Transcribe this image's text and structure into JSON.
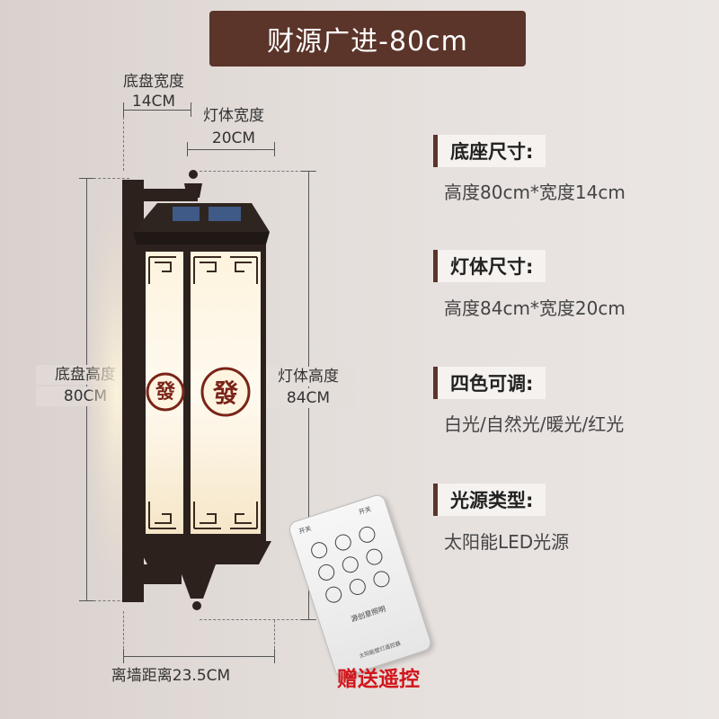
{
  "title": "财源广进-80cm",
  "dims": {
    "base_width_label": "底盘宽度",
    "base_width_value": "14CM",
    "lamp_width_label": "灯体宽度",
    "lamp_width_value": "20CM",
    "base_height_label": "底盘高度",
    "base_height_value": "80CM",
    "lamp_height_label": "灯体高度",
    "lamp_height_value": "84CM",
    "wall_dist": "离墙距离23.5CM"
  },
  "specs": [
    {
      "head": "底座尺寸:",
      "value": "高度80cm*宽度14cm"
    },
    {
      "head": "灯体尺寸:",
      "value": "高度84cm*宽度20cm"
    },
    {
      "head": "四色可调:",
      "value": "白光/自然光/暖光/红光"
    },
    {
      "head": "光源类型:",
      "value": "太阳能LED光源"
    }
  ],
  "lamp_char": "發",
  "remote": {
    "top_left": "开关",
    "top_right": "开关",
    "brand": "源创意照明",
    "footer": "太阳能壁灯遥控器"
  },
  "gift": "赠送遥控",
  "colors": {
    "accent": "#5b342a",
    "gift": "#d2141a",
    "lamp_frame": "#2c211c"
  }
}
